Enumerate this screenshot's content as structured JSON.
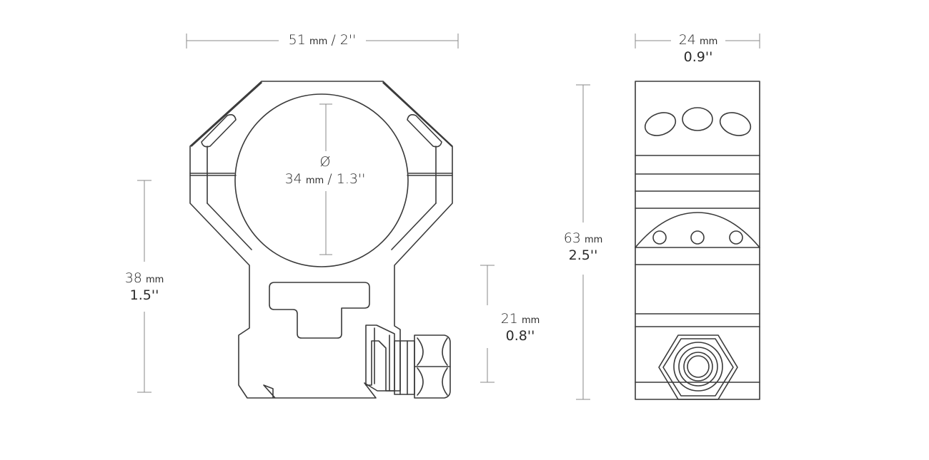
{
  "dimensions": {
    "ring_width": {
      "value": "51",
      "unit": "mm",
      "imperial": "/ 2''"
    },
    "ring_depth": {
      "value": "24",
      "unit": "mm",
      "imperial": "0.9''"
    },
    "tube_diameter": {
      "symbol": "Ø",
      "value": "34",
      "unit": "mm",
      "imperial": "/ 1.3''"
    },
    "center_height": {
      "value": "38",
      "unit": "mm",
      "imperial": "1.5''"
    },
    "total_height": {
      "value": "63",
      "unit": "mm",
      "imperial": "2.5''"
    },
    "mount_height": {
      "value": "21",
      "unit": "mm",
      "imperial": "0.8''"
    }
  },
  "colors": {
    "outline": "#3a3a3a",
    "dimension_line": "#8a8a8a",
    "background": "#ffffff"
  }
}
